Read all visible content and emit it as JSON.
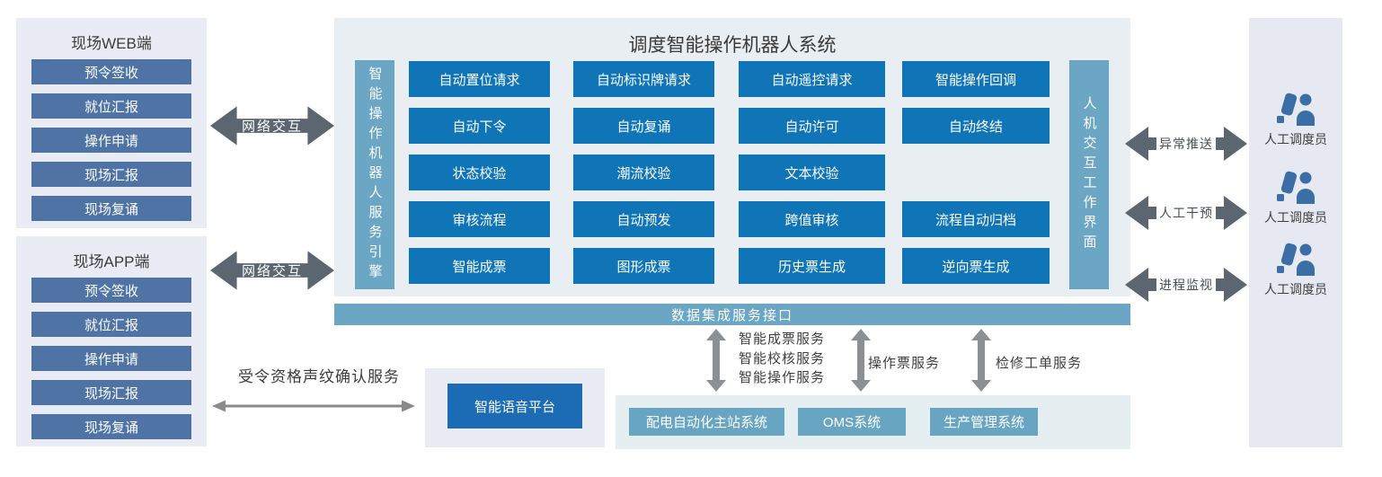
{
  "colors": {
    "module_blue": "#0f75b7",
    "steel_blue": "#4e73a4",
    "teal_bar": "#6ba6c4",
    "voice_blue": "#1b6cb4",
    "arrow_dark": "#5b6670",
    "arrow_gray": "#8b9095",
    "panel_light": "#e9ecf4",
    "icon_blue": "#3a6ea5",
    "text_dark": "#3c3c3c"
  },
  "web_panel": {
    "title": "现场WEB端",
    "items": [
      "预令签收",
      "就位汇报",
      "操作申请",
      "现场汇报",
      "现场复诵"
    ]
  },
  "app_panel": {
    "title": "现场APP端",
    "items": [
      "预令签收",
      "就位汇报",
      "操作申请",
      "现场汇报",
      "现场复诵"
    ]
  },
  "network_arrows": [
    "网络交互",
    "网络交互"
  ],
  "main_system": {
    "title": "调度智能操作机器人系统",
    "engine_bar": "智能操作机器人服务引擎",
    "hmi_bar": "人机交互工作界面",
    "modules": [
      [
        "自动置位请求",
        "自动标识牌请求",
        "自动遥控请求",
        "智能操作回调"
      ],
      [
        "自动下令",
        "自动复诵",
        "自动许可",
        "自动终结"
      ],
      [
        "状态校验",
        "潮流校验",
        "文本校验",
        null
      ],
      [
        "审核流程",
        "自动预发",
        "跨值审核",
        "流程自动归档"
      ],
      [
        "智能成票",
        "图形成票",
        "历史票生成",
        "逆向票生成"
      ]
    ]
  },
  "data_bus": {
    "label": "数据集成服务接口"
  },
  "integration_services": {
    "group1_lines": [
      "智能成票服务",
      "智能校核服务",
      "智能操作服务"
    ],
    "group2": "操作票服务",
    "group3": "检修工单服务"
  },
  "external_systems": [
    "配电自动化主站系统",
    "OMS系统",
    "生产管理系统"
  ],
  "voice": {
    "platform": "智能语音平台",
    "service": "受令资格声纹确认服务"
  },
  "right_arrows": [
    "异常推送",
    "人工干预",
    "进程监视"
  ],
  "dispatcher_label": "人工调度员"
}
